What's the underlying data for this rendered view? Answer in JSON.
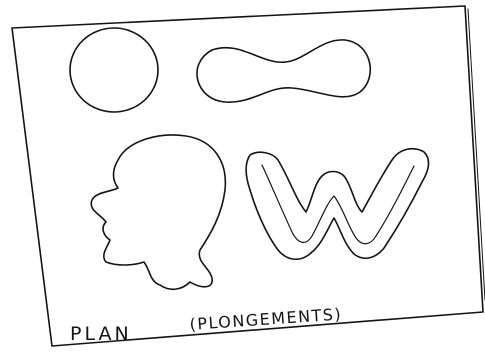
{
  "drawing": {
    "caption_main": "PLAN",
    "caption_sub": "(PLONGEMENTS)",
    "shapes": [
      {
        "name": "circle",
        "icon": "circle-outline-icon"
      },
      {
        "name": "peanut",
        "icon": "peanut-outline-icon"
      },
      {
        "name": "head-profile",
        "icon": "head-profile-outline-icon"
      },
      {
        "name": "letter-w",
        "icon": "w-outline-icon"
      }
    ],
    "ink_color": "#141414",
    "paper_color": "#ffffff"
  }
}
